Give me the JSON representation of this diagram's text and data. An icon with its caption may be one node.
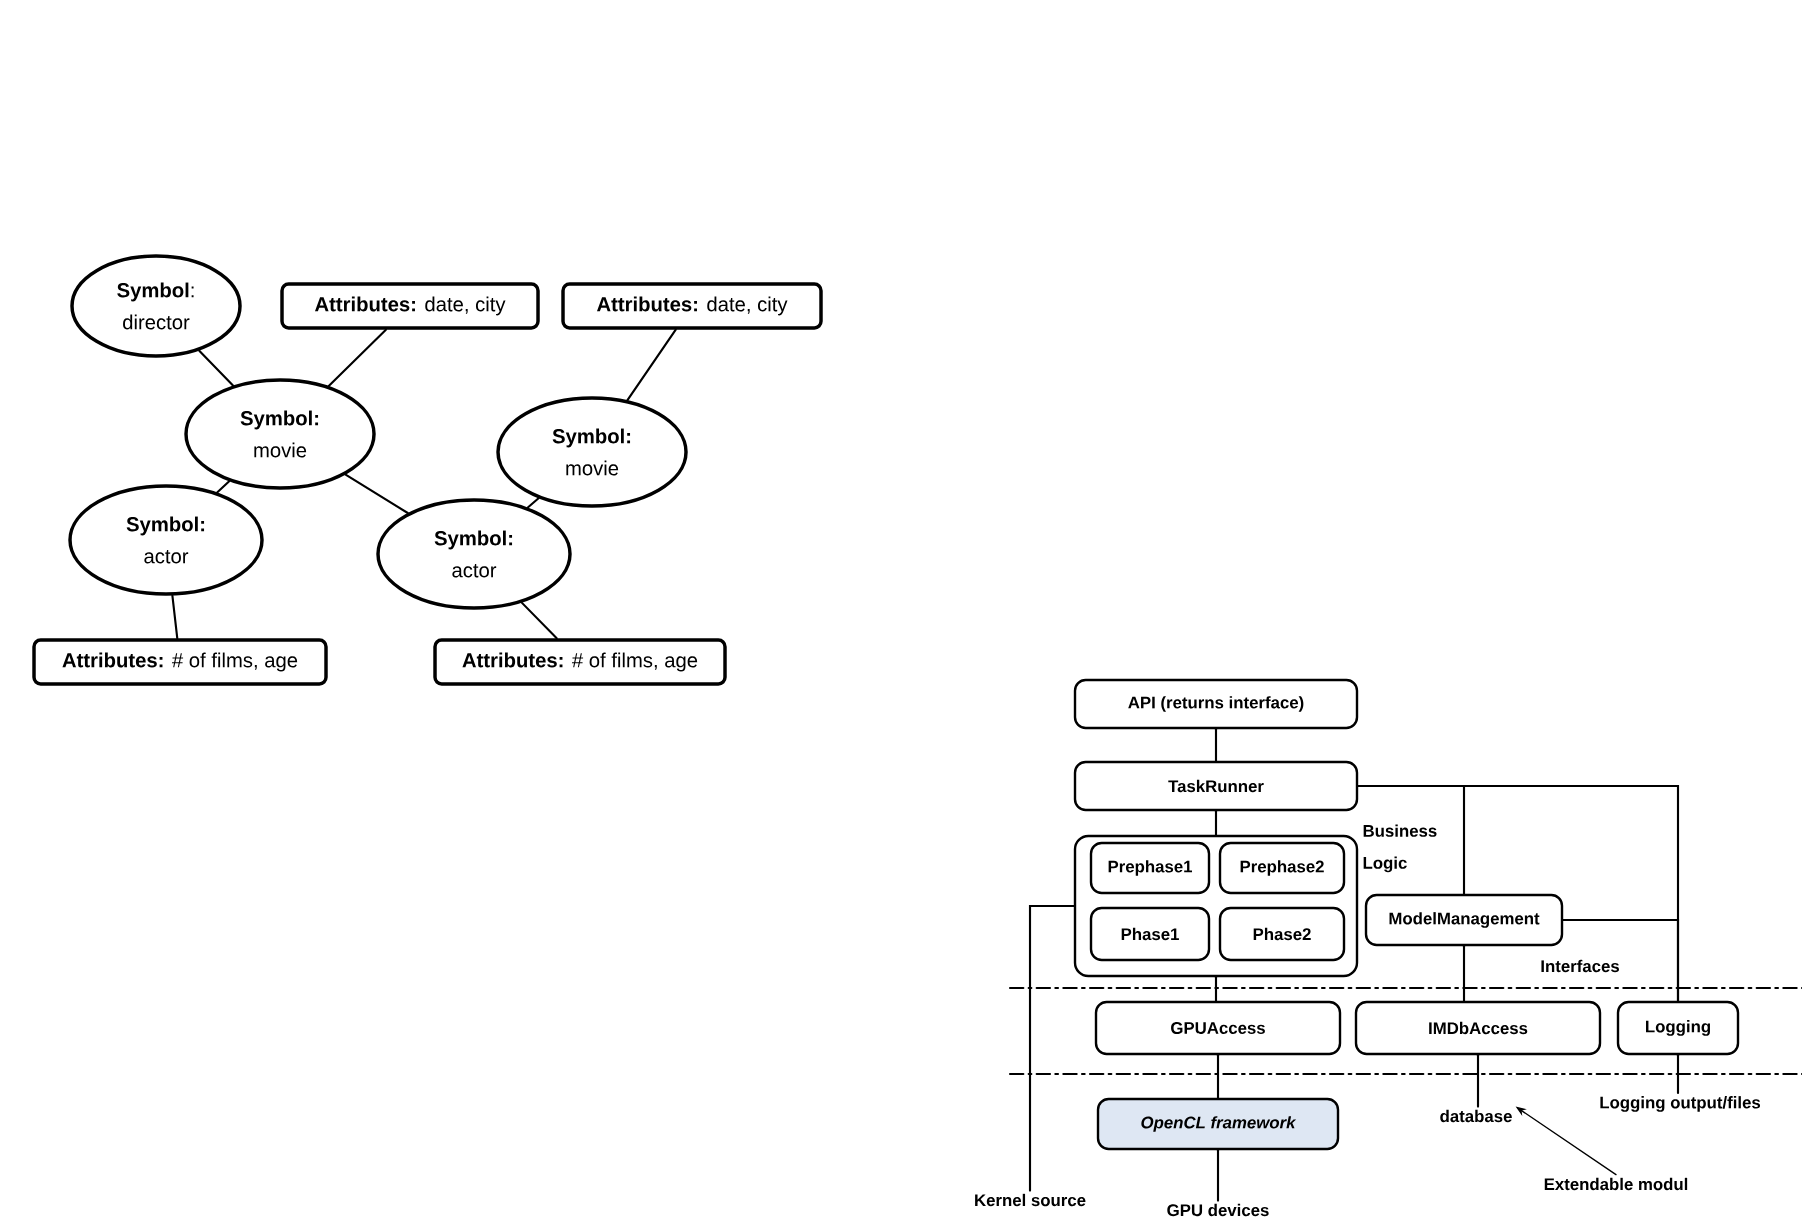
{
  "diagram": {
    "nodes": [
      {
        "text": [
          "**Symbol**: director"
        ]
      },
      {
        "text": [
          "**Attributes:** date, city"
        ]
      },
      {
        "text": [
          "**Attributes:** date, city"
        ]
      },
      {
        "text": [
          "**Symbol:** movie"
        ]
      },
      {
        "text": [
          "**Symbol:** movie"
        ]
      },
      {
        "text": [
          "**Symbol:** actor"
        ]
      },
      {
        "text": [
          "**Symbol:** actor"
        ]
      },
      {
        "text": [
          "**Attributes:** # of films, age"
        ]
      },
      {
        "text": [
          "**Attributes:** # of films, age"
        ]
      },
      {
        "text": [
          "API (returns interface)"
        ]
      },
      {
        "text": [
          "TaskRunner"
        ]
      },
      {
        "text": [
          "Business Logic"
        ]
      },
      {
        "text": [
          "Prephase1"
        ],
        "in": 11
      },
      {
        "text": [
          "Prephase2"
        ],
        "in": 11
      },
      {
        "text": [
          "Phase1"
        ],
        "in": 11
      },
      {
        "text": [
          "Phase2"
        ],
        "in": 11
      },
      {
        "text": [
          "ModelManagement"
        ]
      },
      {
        "text": [
          "GPUAccess"
        ]
      },
      {
        "text": [
          "IMDbAccess"
        ]
      },
      {
        "text": [
          "Logging"
        ]
      },
      {
        "text": [
          "OpenCL framework"
        ]
      },
      {
        "text": [
          "Kernel source"
        ]
      },
      {
        "text": [
          "GPU devices"
        ]
      },
      {
        "text": [
          "database"
        ]
      },
      {
        "text": [
          "Logging output/files"
        ]
      },
      {
        "text": [
          "Extendable modul"
        ]
      }
    ],
    "edges": [
      {
        "from": 0,
        "to": 3,
        "arrow": "none"
      },
      {
        "from": 1,
        "to": 3,
        "arrow": "none"
      },
      {
        "from": 3,
        "to": 5,
        "arrow": "none"
      },
      {
        "from": 3,
        "to": 6,
        "arrow": "none"
      },
      {
        "from": 2,
        "to": 4,
        "arrow": "none"
      },
      {
        "from": 4,
        "to": 6,
        "arrow": "none"
      },
      {
        "from": 5,
        "to": 7,
        "arrow": "none"
      },
      {
        "from": 6,
        "to": 8,
        "arrow": "none"
      },
      {
        "from": 9,
        "to": 10,
        "arrow": "none"
      },
      {
        "from": 10,
        "to": 11,
        "arrow": "none"
      },
      {
        "from": 10,
        "to": 16,
        "arrow": "none"
      },
      {
        "from": 10,
        "to": 19,
        "arrow": "none"
      },
      {
        "from": 16,
        "to": 19,
        "arrow": "none"
      },
      {
        "from": 11,
        "to": 21,
        "arrow": "none"
      },
      {
        "from": 11,
        "to": 17,
        "arrow": "none"
      },
      {
        "from": 17,
        "to": 20,
        "arrow": "none"
      },
      {
        "from": 20,
        "to": 22,
        "arrow": "none"
      },
      {
        "from": 16,
        "to": 18,
        "arrow": "none"
      },
      {
        "from": 18,
        "to": 23,
        "arrow": "none"
      },
      {
        "from": 19,
        "to": 24,
        "arrow": "none"
      },
      {
        "from": 25,
        "to": 23,
        "arrow": "to"
      }
    ],
    "labels": [
      "Interfaces"
    ]
  }
}
